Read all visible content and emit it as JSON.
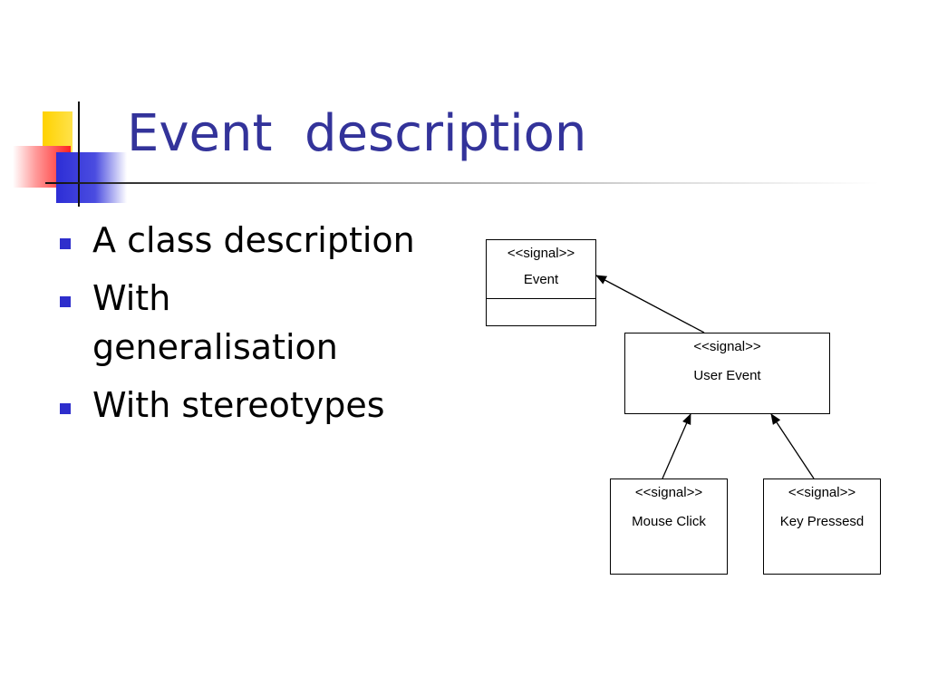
{
  "slide": {
    "title": "Event  description",
    "bullets": [
      "A class description",
      "With\ngeneralisation",
      "With stereotypes"
    ]
  },
  "diagram": {
    "classes": {
      "event": {
        "stereotype": "<<signal>>",
        "name": "Event"
      },
      "user_event": {
        "stereotype": "<<signal>>",
        "name": "User Event"
      },
      "mouse_click": {
        "stereotype": "<<signal>>",
        "name": "Mouse Click"
      },
      "key_pressed": {
        "stereotype": "<<signal>>",
        "name": "Key Pressesd"
      }
    },
    "generalizations": [
      {
        "child": "user_event",
        "parent": "event"
      },
      {
        "child": "mouse_click",
        "parent": "user_event"
      },
      {
        "child": "key_pressed",
        "parent": "user_event"
      }
    ]
  },
  "colors": {
    "title": "#33339a",
    "bullet": "#2e2ecc",
    "accent_yellow": "#ffd200",
    "accent_red": "#ff2222",
    "accent_blue": "#2d2ed6"
  }
}
